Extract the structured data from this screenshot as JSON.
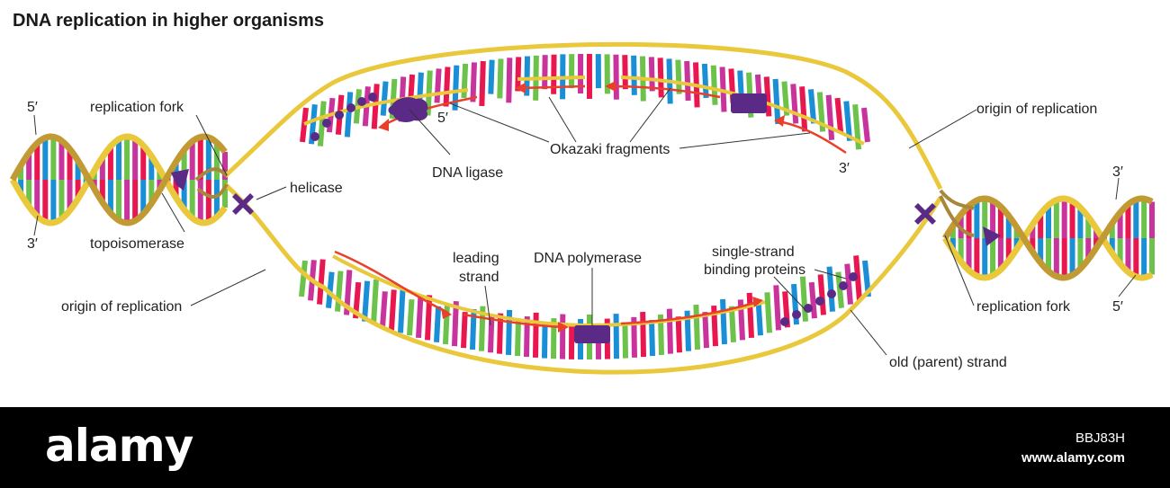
{
  "title": "DNA replication in higher organisms",
  "labels": {
    "five_prime_left": "5′",
    "three_prime_left": "3′",
    "replication_fork_left": "replication fork",
    "helicase": "helicase",
    "topoisomerase": "topoisomerase",
    "origin_left": "origin of replication",
    "five_prime_lagging": "5′",
    "dna_ligase": "DNA ligase",
    "okazaki": "Okazaki fragments",
    "three_prime_lagging": "3′",
    "origin_right": "origin of replication",
    "three_prime_right": "3′",
    "five_prime_right": "5′",
    "replication_fork_right": "replication fork",
    "leading_strand_1": "leading",
    "leading_strand_2": "strand",
    "dna_polymerase": "DNA polymerase",
    "ssb_1": "single-strand",
    "ssb_2": "binding proteins",
    "old_strand": "old (parent) strand"
  },
  "colors": {
    "backbone": "#f2d547",
    "backbone_dark": "#b08a2e",
    "base_colors": [
      "#e8174f",
      "#1a8fd6",
      "#6cc24a",
      "#c8349c"
    ],
    "protein": "#5b2a86",
    "new_strand_arrow": "#e8402a"
  },
  "footer": {
    "brand": "alamy",
    "image_id": "BBJ83H",
    "site": "www.alamy.com"
  }
}
